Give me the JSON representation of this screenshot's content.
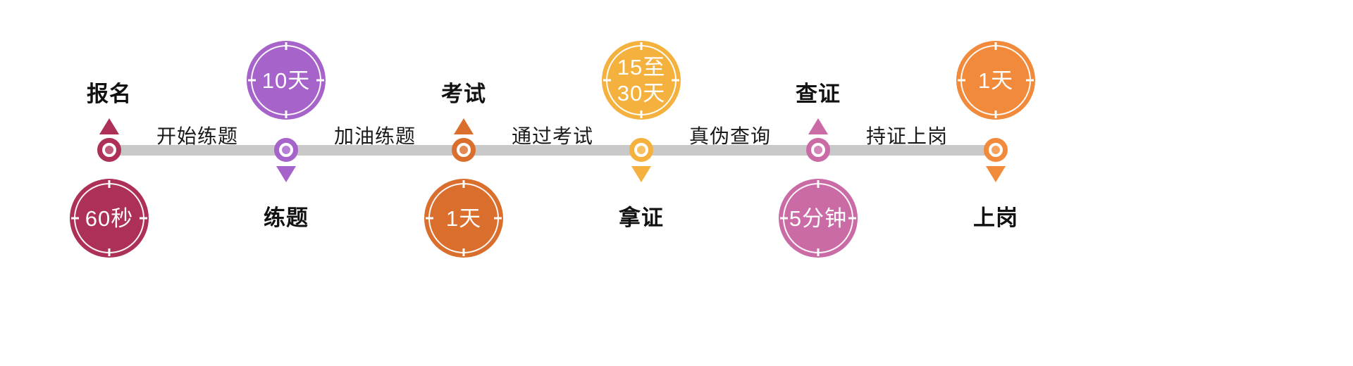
{
  "timeline": {
    "line_color": "#c9c9c9",
    "nodes": [
      {
        "label": "报名",
        "badge": "60秒",
        "color": "#ad3156",
        "color_light": "#c25a7a"
      },
      {
        "label": "练题",
        "badge": "10天",
        "color": "#a663c9",
        "color_light": "#b87fd6"
      },
      {
        "label": "考试",
        "badge": "1天",
        "color": "#d96e2d",
        "color_light": "#e28a51"
      },
      {
        "label": "拿证",
        "badge": "15至\n30天",
        "color": "#f4b13e",
        "color_light": "#f6c263"
      },
      {
        "label": "查证",
        "badge": "5分钟",
        "color": "#ca6ba6",
        "color_light": "#d687ba"
      },
      {
        "label": "上岗",
        "badge": "1天",
        "color": "#f18a3b",
        "color_light": "#f5a360"
      }
    ],
    "connectors": [
      {
        "label": "开始练题"
      },
      {
        "label": "加油练题"
      },
      {
        "label": "通过考试"
      },
      {
        "label": "真伪查询"
      },
      {
        "label": "持证上岗"
      }
    ]
  }
}
